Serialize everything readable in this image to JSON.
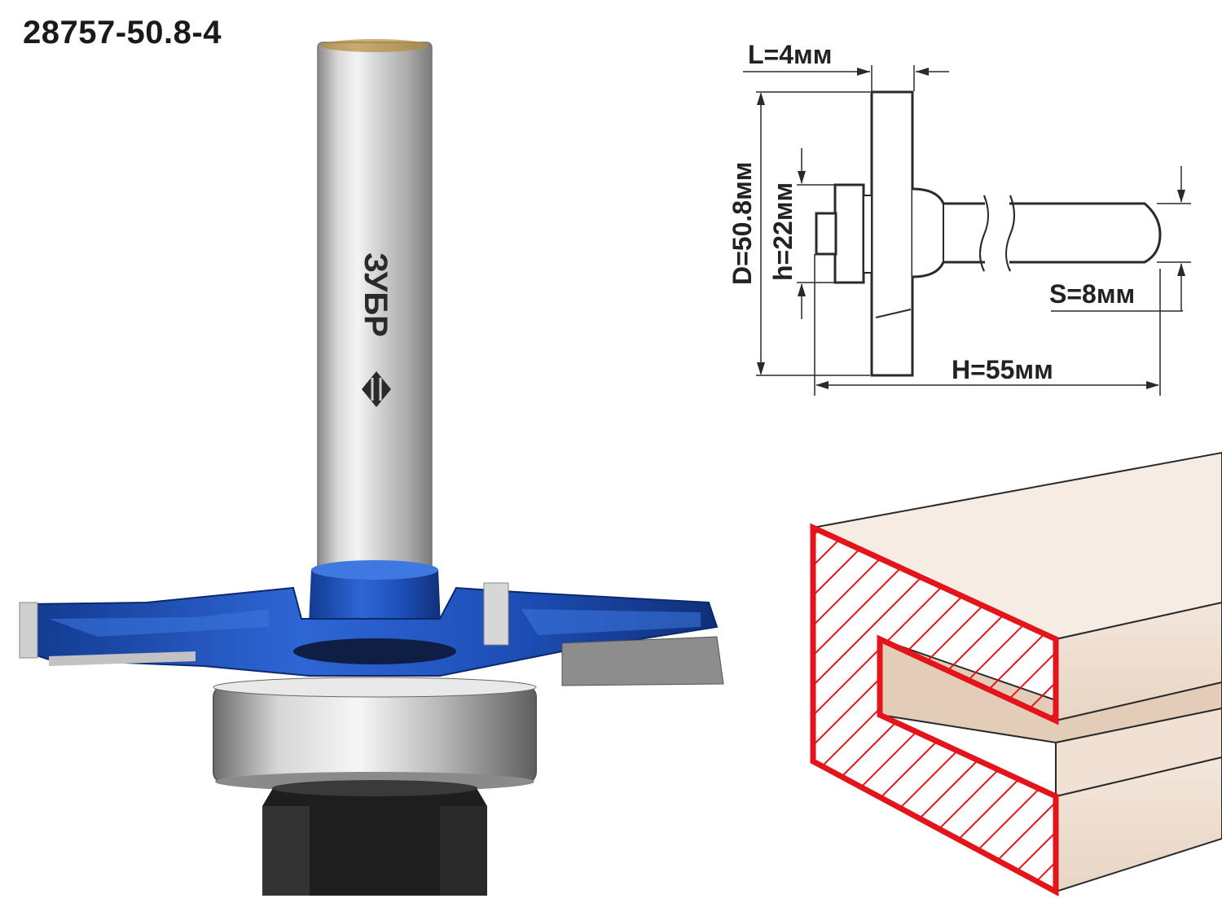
{
  "product_code": "28757-50.8-4",
  "brand": "ЗУБР",
  "dimensions": {
    "L": "L=4мм",
    "D": "D=50.8мм",
    "h": "h=22мм",
    "S": "S=8мм",
    "H": "H=55мм"
  },
  "colors": {
    "tool_blue": "#1e4fb8",
    "shank_silver": "#c9c9c9",
    "profile_red": "#e3151a",
    "wood": "#eeddd0"
  }
}
